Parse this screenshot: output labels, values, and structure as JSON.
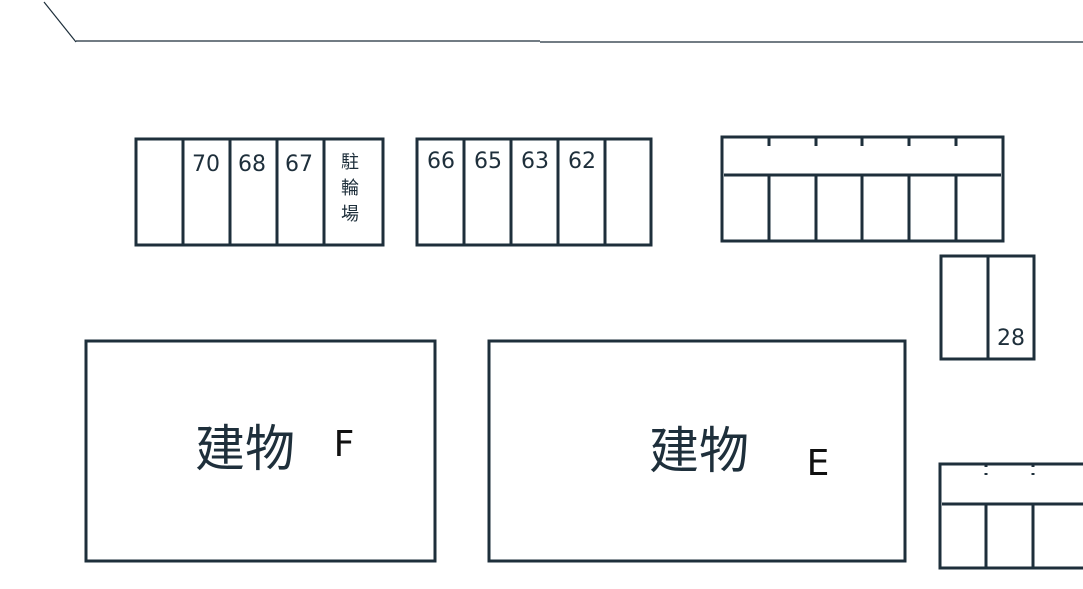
{
  "road": {},
  "parking_row_left": {
    "labels": [
      "",
      "70",
      "68",
      "67"
    ],
    "bicycle_parking": [
      "駐",
      "輪",
      "場"
    ]
  },
  "parking_row_middle": {
    "labels": [
      "66",
      "65",
      "63",
      "62",
      ""
    ]
  },
  "parking_row_right": {
    "labels": [
      "",
      "",
      "",
      "",
      "",
      ""
    ]
  },
  "parking_small": {
    "labels": [
      "",
      "28"
    ]
  },
  "parking_bottom_right": {
    "labels": [
      "",
      "",
      ""
    ]
  },
  "buildings": [
    {
      "name": "建物",
      "letter": "F"
    },
    {
      "name": "建物",
      "letter": "E"
    }
  ],
  "colors": {
    "line": "#1e2f3b",
    "background": "#ffffff"
  }
}
